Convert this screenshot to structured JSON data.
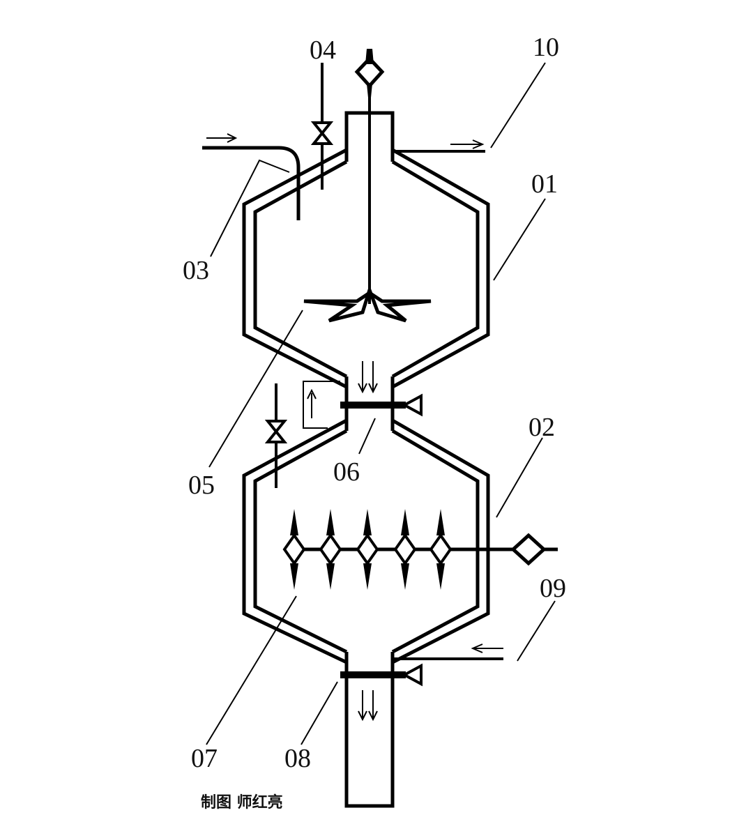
{
  "labels": {
    "vessel_upper": "01",
    "vessel_lower": "02",
    "inlet_pipe": "03",
    "upper_valve": "04",
    "upper_impeller": "05",
    "middle_valve": "06",
    "lower_paddles": "07",
    "bottom_valve": "08",
    "lower_inlet": "09",
    "upper_outlet": "10"
  },
  "credit": "制图  师红亮"
}
